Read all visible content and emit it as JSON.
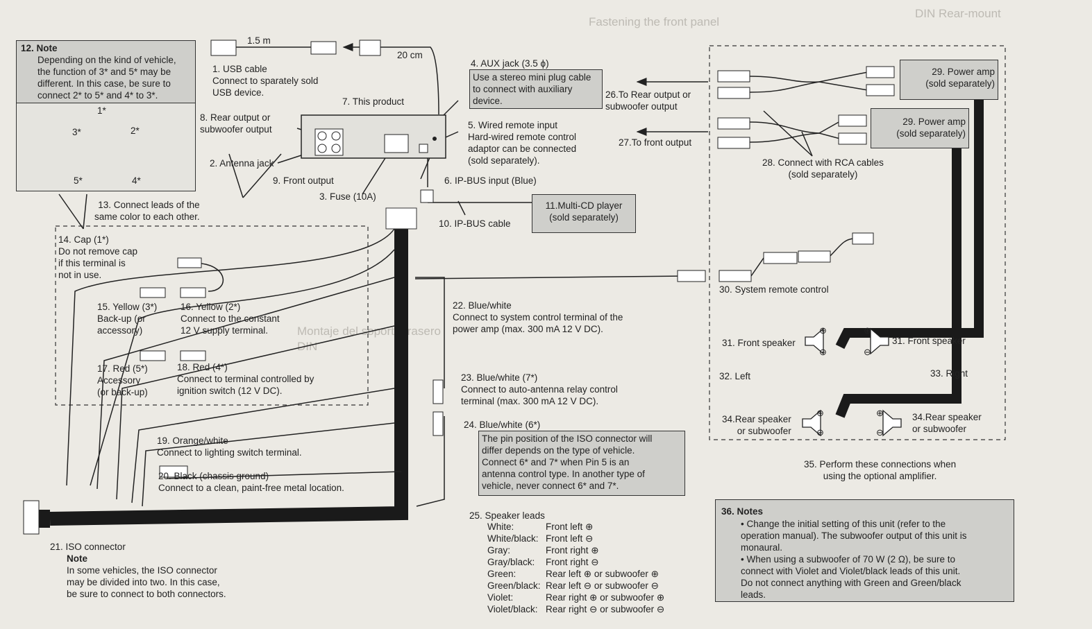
{
  "labels": {
    "l1": "1. USB cable\nConnect to sparately sold\nUSB device.",
    "l1_len": "1.5 m",
    "l_20cm": "20 cm",
    "l2": "2. Antenna jack",
    "l3": "3. Fuse (10A)",
    "l4": "4. AUX jack (3.5 ϕ)",
    "l4_box": "Use a stereo mini plug cable\nto connect with auxiliary\ndevice.",
    "l5": "5. Wired remote input\nHard-wired remote control\nadaptor can be connected\n(sold separately).",
    "l6": "6.  IP-BUS input (Blue)",
    "l7": "7. This product",
    "l8": "8. Rear output or\nsubwoofer output",
    "l9": "9. Front output",
    "l10": "10. IP-BUS cable",
    "l11": "11.Multi-CD player\n(sold separately)",
    "l12_head": "12. Note",
    "l12": "Depending on the kind of vehicle,\nthe function of 3* and 5* may be\ndifferent. In this case, be sure to\nconnect 2* to 5* and 4* to 3*.",
    "l13": "13. Connect leads of the\nsame color to each other.",
    "l14": "14. Cap (1*)\nDo not remove cap\nif this terminal is\nnot in use.",
    "l15": "15. Yellow (3*)\nBack-up (or\naccessory)",
    "l16": "16. Yellow (2*)\nConnect to the constant\n12 V supply terminal.",
    "l17": "17. Red (5*)\nAccessory\n(or back-up)",
    "l18": "18. Red (4*)\nConnect to terminal controlled by\nignition switch (12 V DC).",
    "l19": "19. Orange/white\nConnect to lighting switch terminal.",
    "l20": "20. Black (chassis ground)\nConnect to a clean, paint-free metal location.",
    "l21": "21. ISO connector",
    "l21_note_head": "Note",
    "l21_note": "In some vehicles, the ISO connector\nmay be divided into two. In this case,\nbe sure to connect to both connectors.",
    "l22": "22. Blue/white\nConnect to system control terminal of the\npower amp (max. 300 mA 12 V DC).",
    "l23": "23. Blue/white (7*)\nConnect to auto-antenna relay control\nterminal (max. 300 mA 12 V DC).",
    "l24": "24. Blue/white (6*)",
    "l24_box": "The pin position of the ISO connector will\ndiffer depends on the type of vehicle.\nConnect 6* and 7* when Pin 5 is an\nantenna control type. In another type of\nvehicle, never connect 6* and 7*.",
    "l25": "25. Speaker leads",
    "l26": "26.To Rear output or\nsubwoofer output",
    "l27": "27.To front output",
    "l28": "28. Connect with RCA cables\n(sold separately)",
    "l29a": "29. Power amp\n(sold separately)",
    "l29b": "29. Power amp\n(sold separately)",
    "l30": "30. System remote control",
    "l31a": "31. Front speaker",
    "l31b": "31. Front speaker",
    "l32": "32. Left",
    "l33": "33. Right",
    "l34a": "34.Rear speaker\nor subwoofer",
    "l34b": "34.Rear speaker\nor subwoofer",
    "l35": "35. Perform these connections when\nusing the optional amplifier.",
    "l36_head": "36. Notes",
    "l36": "• Change the initial setting of this unit (refer to the\n   operation manual). The subwoofer output of this unit is\n   monaural.\n• When using a subwoofer of 70 W (2 Ω), be sure to\n   connect with Violet and Violet/black leads of this unit.\n   Do not connect anything with Green and Green/black\n   leads."
  },
  "star_labels": {
    "s1": "1*",
    "s2": "2*",
    "s3": "3*",
    "s4": "4*",
    "s5": "5*"
  },
  "speaker_leads": [
    {
      "color": "White:",
      "dest": "Front left ⊕"
    },
    {
      "color": "White/black:",
      "dest": "Front left ⊖"
    },
    {
      "color": "Gray:",
      "dest": "Front right ⊕"
    },
    {
      "color": "Gray/black:",
      "dest": "Front right ⊖"
    },
    {
      "color": "Green:",
      "dest": "Rear left ⊕ or subwoofer ⊕"
    },
    {
      "color": "Green/black:",
      "dest": "Rear left ⊖ or subwoofer ⊖"
    },
    {
      "color": "Violet:",
      "dest": "Rear right ⊕ or subwoofer ⊕"
    },
    {
      "color": "Violet/black:",
      "dest": "Rear right ⊖ or subwoofer ⊖"
    }
  ],
  "background_text": {
    "h1": "Fastening the front panel",
    "h2": "DIN Rear-mount",
    "h3": "Montaje del soporte trasero",
    "h4": "DIN"
  },
  "colors": {
    "paper": "#eceae4",
    "box_fill": "#cfcfcb",
    "cable": "#1a1a1a"
  }
}
